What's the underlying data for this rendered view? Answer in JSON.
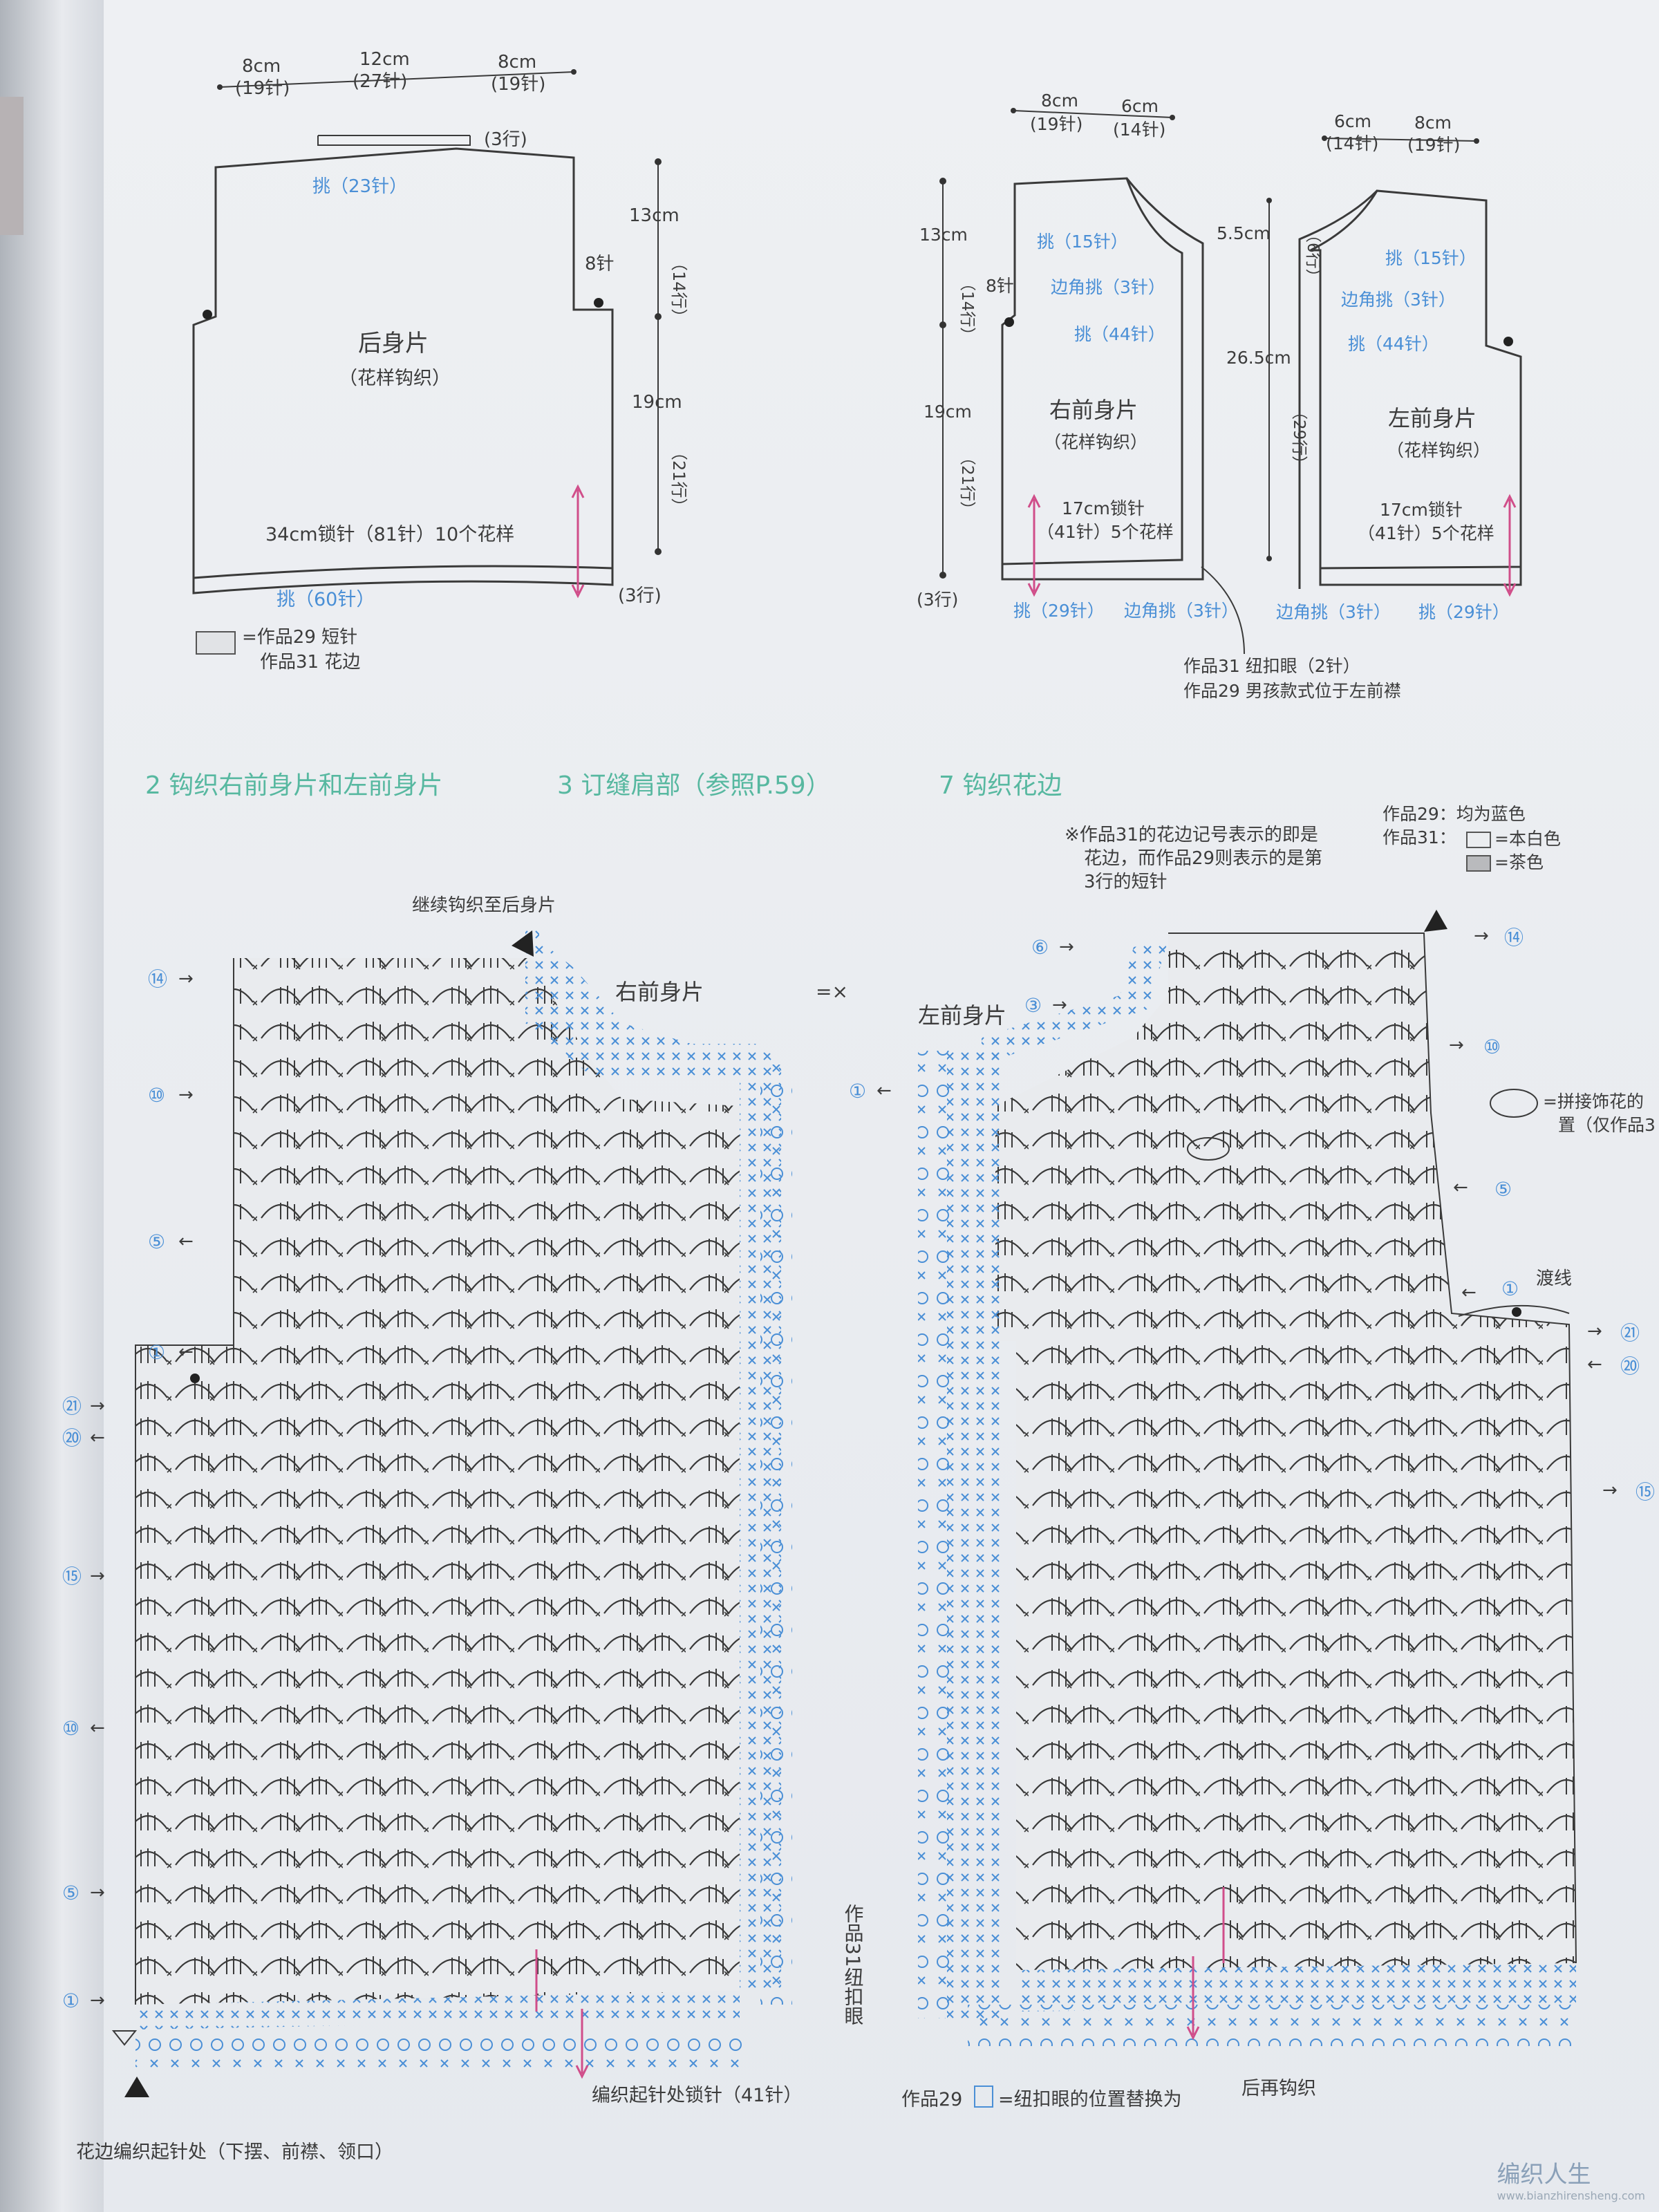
{
  "back": {
    "top_dims": [
      "8cm",
      "(19针)",
      "12cm",
      "(27针)",
      "8cm",
      "(19针)"
    ],
    "neck_rows": "(3行)",
    "pickup": "挑（23针）",
    "name": "后身片",
    "pattern": "（花样钩织）",
    "stitch8": "8针",
    "h_upper": "13cm",
    "h_upper_rows": "（14行）",
    "h_lower": "19cm",
    "h_lower_rows": "（21行）",
    "chain": "34cm锁针（81针）10个花样",
    "bottom_pickup": "挑（60针）",
    "bottom_rows": "(3行)"
  },
  "legend": {
    "line1": "=作品29 短针",
    "line2": "作品31 花边"
  },
  "right_front": {
    "top_dims": [
      "8cm",
      "(19针)",
      "6cm",
      "(14针)"
    ],
    "h_upper": "13cm",
    "h_upper_rows": "（14行）",
    "stitch8": "8针",
    "pick1": "挑（15针）",
    "pick2": "边角挑（3针）",
    "pick3": "挑（44针）",
    "name": "右前身片",
    "pattern": "（花样钩织）",
    "h_lower": "19cm",
    "h_lower_rows": "（21行）",
    "chain1": "17cm锁针",
    "chain2": "（41针）5个花样",
    "bottom_rows": "(3行)",
    "bottom_pick1": "挑（29针）",
    "bottom_pick2": "边角挑（3针）"
  },
  "mid_dims": {
    "d1": "5.5cm",
    "d1_rows": "（6行）",
    "d2": "26.5cm",
    "d2_rows": "（29行）"
  },
  "left_front": {
    "top_dims": [
      "6cm",
      "(14针)",
      "8cm",
      "(19针)"
    ],
    "pick1": "挑（15针）",
    "pick2": "边角挑（3针）",
    "pick3": "挑（44针）",
    "name": "左前身片",
    "pattern": "（花样钩织）",
    "chain1": "17cm锁针",
    "chain2": "（41针）5个花样",
    "bottom_pick1": "边角挑（3针）",
    "bottom_pick2": "挑（29针）"
  },
  "buttonhole_note": [
    "作品31 纽扣眼（2针）",
    "作品29 男孩款式位于左前襟"
  ],
  "steps": [
    "2 钩织右前身片和左前身片",
    "3 订缝肩部（参照P.59）",
    "7 钩织花边"
  ],
  "note_right": [
    "※作品31的花边记号表示的即是",
    "花边，而作品29则表示的是第",
    "3行的短针"
  ],
  "color_legend": {
    "line1": "作品29：均为蓝色",
    "line2_prefix": "作品31：",
    "white": "=本白色",
    "brown": "=茶色"
  },
  "chart_right": {
    "continue": "继续钩织至后身片",
    "label": "右前身片",
    "rows_left_upper": [
      "⑭",
      "⑩",
      "⑤",
      "①"
    ],
    "rows_left_lower": [
      "㉑",
      "⑳",
      "⑮",
      "⑩",
      "⑤",
      "①"
    ],
    "buttonhole": "作品31纽扣眼",
    "start_chain": "编织起针处锁针（41针）",
    "edge_start": "花边编织起针处（下摆、前襟、领口）"
  },
  "symbol_eq": "=×",
  "chart_left": {
    "label": "左前身片",
    "rows_left": [
      "⑥",
      "③",
      "①"
    ],
    "rows_right_upper": [
      "⑭",
      "⑩",
      "⑤"
    ],
    "row_cross": "①",
    "cross_label": "渡线",
    "rows_right_lower": [
      "㉑",
      "⑳",
      "⑮"
    ],
    "oval_note1": "=拼接饰花的",
    "oval_note2": "置（仅作品3",
    "bottom_note_prefix": "作品29",
    "bottom_note": "=纽扣眼的位置替换为",
    "bottom_note_end": "后再钩织"
  },
  "watermark": "编织人生",
  "watermark_url": "www.bianzhirensheng.com",
  "colors": {
    "blue": "#4a8fd6",
    "green": "#57b8a0",
    "pink": "#d04e8a"
  }
}
